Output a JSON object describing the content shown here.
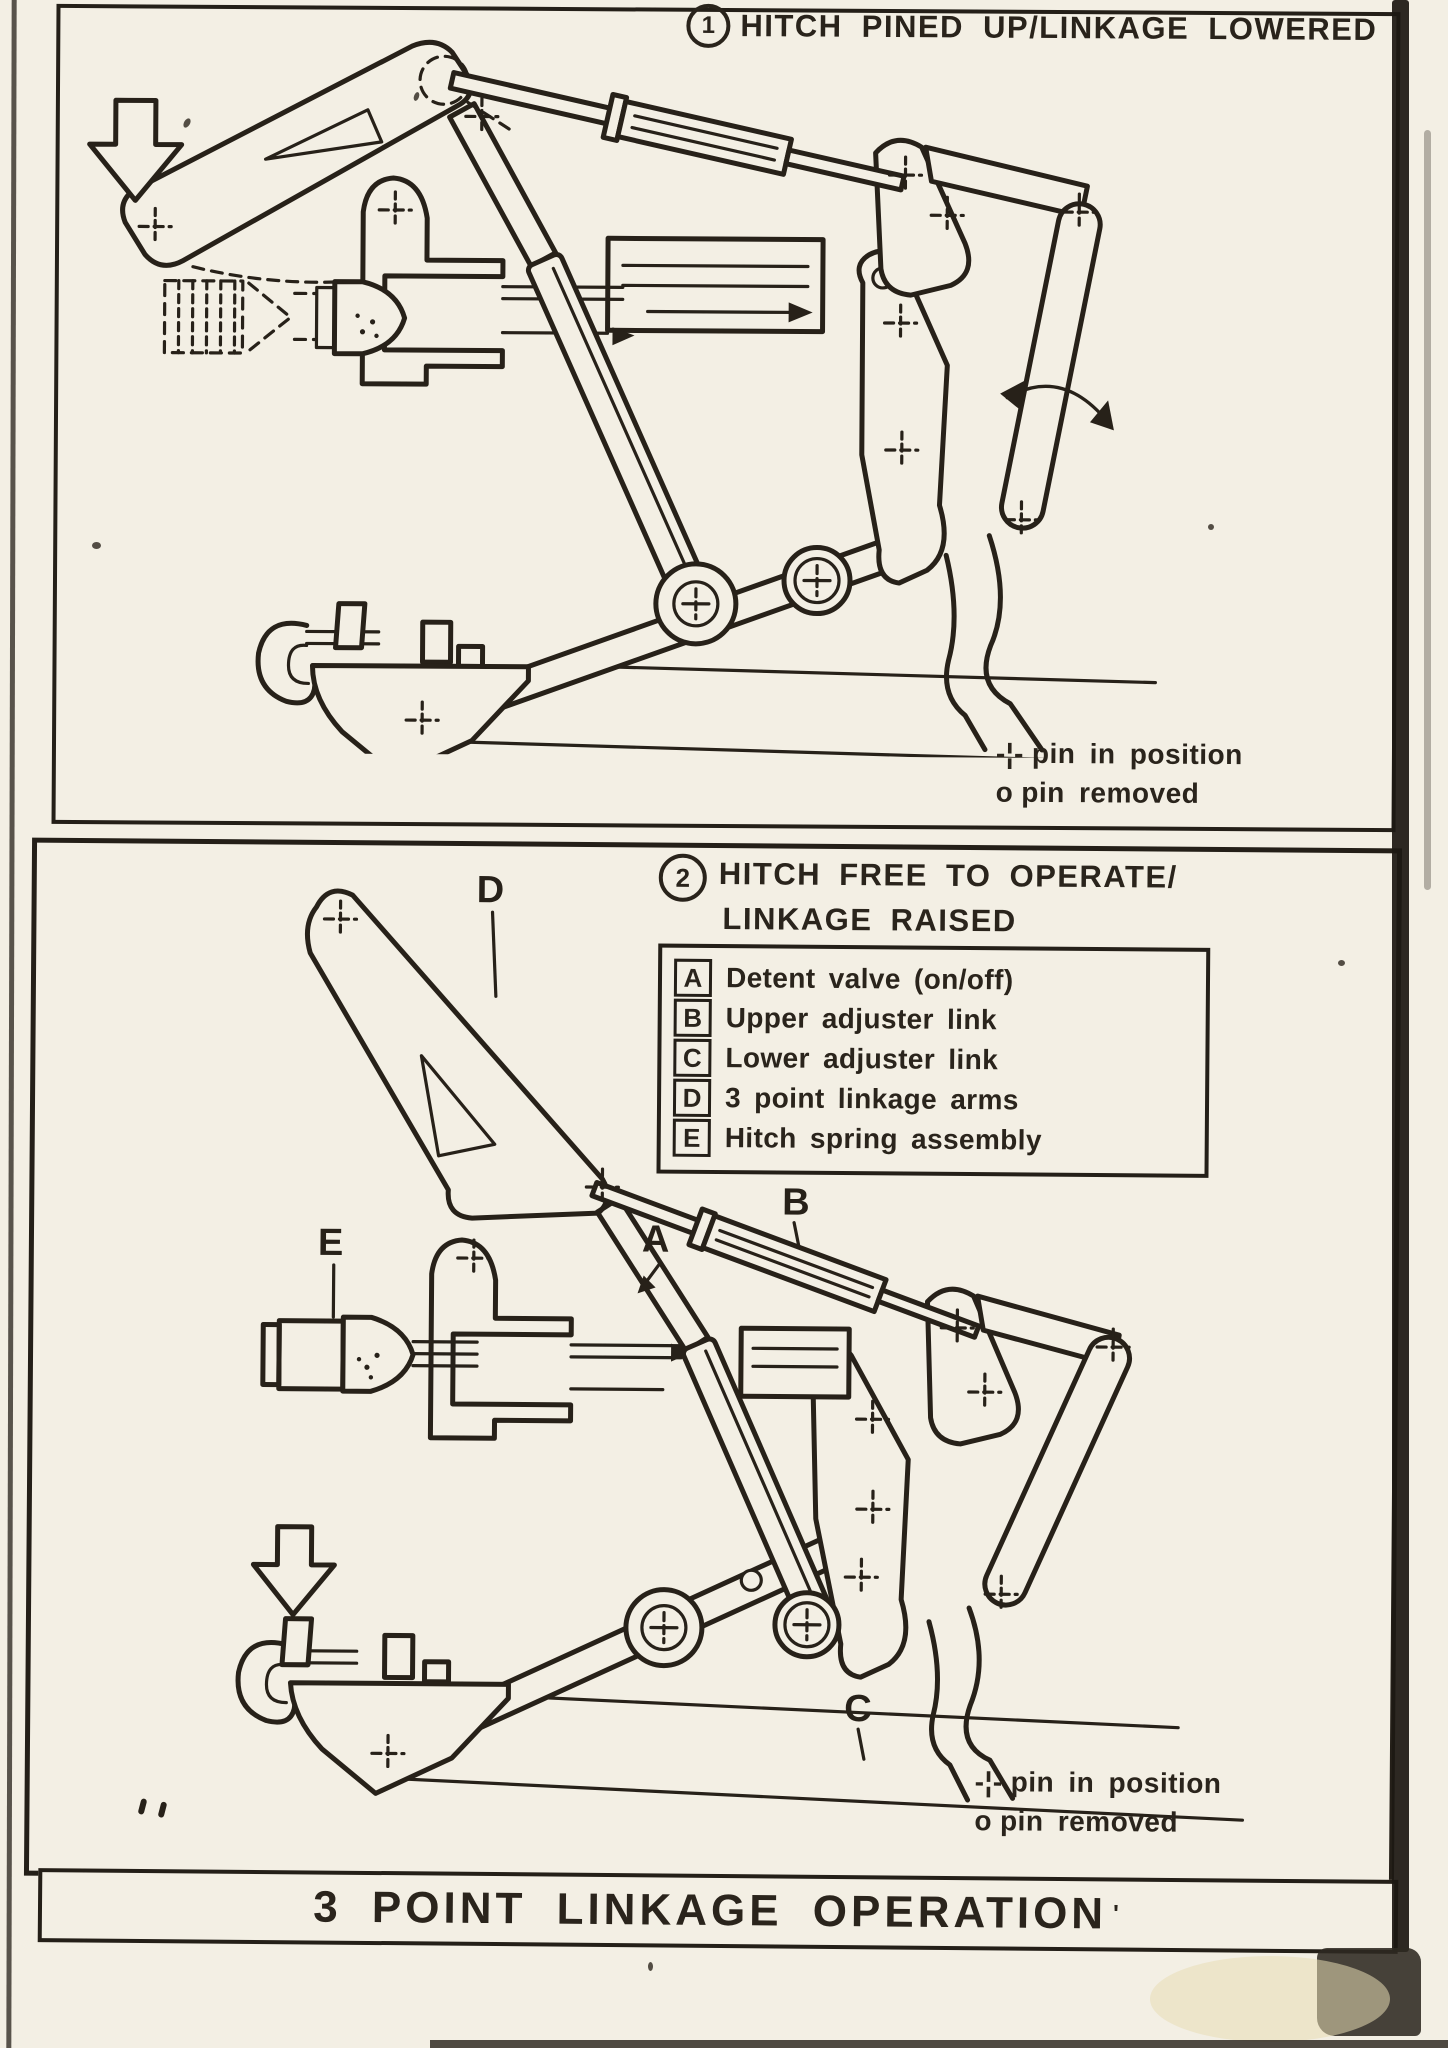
{
  "page": {
    "paper_color": "#f3efe4",
    "ink_color": "#272119"
  },
  "panel1": {
    "number": "1",
    "title": "HITCH PINED UP/LINKAGE LOWERED",
    "pin_legend": {
      "in_position_symbol": "-¦-",
      "in_position_label": "pin in position",
      "removed_symbol": "o",
      "removed_label": "pin removed"
    }
  },
  "panel2": {
    "number": "2",
    "title_line1": "HITCH FREE TO OPERATE/",
    "title_line2": "LINKAGE RAISED",
    "legend": {
      "items": [
        {
          "key": "A",
          "label": "Detent valve (on/off)"
        },
        {
          "key": "B",
          "label": "Upper adjuster link"
        },
        {
          "key": "C",
          "label": "Lower adjuster link"
        },
        {
          "key": "D",
          "label": "3 point linkage arms"
        },
        {
          "key": "E",
          "label": "Hitch spring assembly"
        }
      ]
    },
    "diagram_labels": {
      "a": "A",
      "b": "B",
      "c": "C",
      "d": "D",
      "e": "E"
    },
    "pin_legend": {
      "in_position_symbol": "-¦-",
      "in_position_label": "pin in position",
      "removed_symbol": "o",
      "removed_label": "pin removed"
    }
  },
  "footer": {
    "title": "3 POINT LINKAGE OPERATION",
    "tick": "'"
  }
}
